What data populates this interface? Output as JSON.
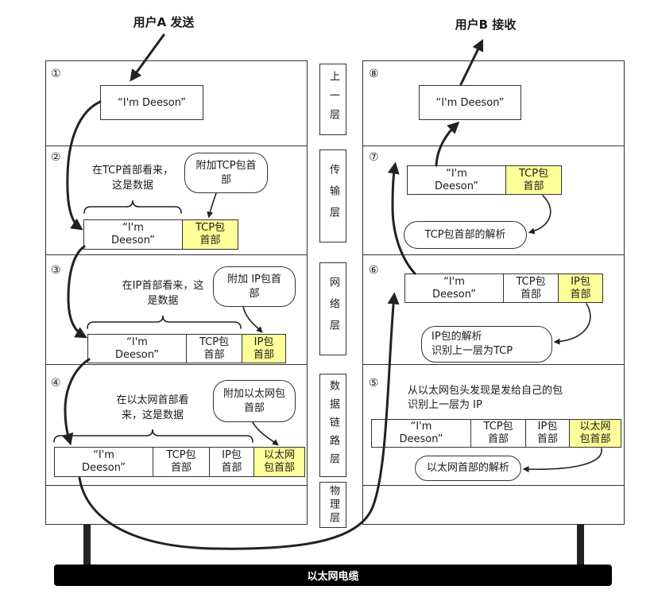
{
  "header": {
    "sender": "用户A 发送",
    "receiver": "用户B 接收"
  },
  "layers": {
    "upper": "上一层",
    "transport": "传输层",
    "network": "网络层",
    "datalink": "数据链路层",
    "physical": "物理层"
  },
  "cable": {
    "label": "以太网电缆"
  },
  "sender_side": {
    "step1": {
      "num": "①",
      "message": "“I'm Deeson”"
    },
    "step2": {
      "num": "②",
      "note": "在TCP首部看来，\n这是数据",
      "bubble": "附加TCP包首\n部",
      "cells": [
        {
          "text": "“I'm\nDeeson”",
          "highlight": false
        },
        {
          "text": "TCP包\n首部",
          "highlight": true
        }
      ]
    },
    "step3": {
      "num": "③",
      "note": "在IP首部看来，这\n是数据",
      "bubble": "附加 IP包首\n部",
      "cells": [
        {
          "text": "“I'm\nDeeson”",
          "highlight": false
        },
        {
          "text": "TCP包\n首部",
          "highlight": false
        },
        {
          "text": "IP包\n首部",
          "highlight": true
        }
      ]
    },
    "step4": {
      "num": "④",
      "note": "在以太网首部看\n来，这是数据",
      "bubble": "附加以太网包\n首部",
      "cells": [
        {
          "text": "“I'm\nDeeson”",
          "highlight": false
        },
        {
          "text": "TCP包\n首部",
          "highlight": false
        },
        {
          "text": "IP包\n首部",
          "highlight": false
        },
        {
          "text": "以太网\n包首部",
          "highlight": true
        }
      ]
    }
  },
  "receiver_side": {
    "step5": {
      "num": "⑤",
      "note": "从以太网包头发现是发给自己的包\n识别上一层为 IP",
      "bubble": "以太网首部的解析",
      "cells": [
        {
          "text": "“I'm\nDeeson”",
          "highlight": false
        },
        {
          "text": "TCP包\n首部",
          "highlight": false
        },
        {
          "text": "IP包\n首部",
          "highlight": false
        },
        {
          "text": "以太网\n包首部",
          "highlight": true
        }
      ]
    },
    "step6": {
      "num": "⑥",
      "bubble": "IP包的解析\n识别上一层为TCP",
      "cells": [
        {
          "text": "“I'm\nDeeson”",
          "highlight": false
        },
        {
          "text": "TCP包\n首部",
          "highlight": false
        },
        {
          "text": "IP包\n首部",
          "highlight": true
        }
      ]
    },
    "step7": {
      "num": "⑦",
      "bubble": "TCP包首部的解析",
      "cells": [
        {
          "text": "“I'm\nDeeson”",
          "highlight": false
        },
        {
          "text": "TCP包\n首部",
          "highlight": true
        }
      ]
    },
    "step8": {
      "num": "⑧",
      "message": "“I'm Deeson”"
    }
  },
  "colors": {
    "highlight": "#ffff99",
    "cable": "#000000",
    "cable_text": "#ffffff"
  }
}
